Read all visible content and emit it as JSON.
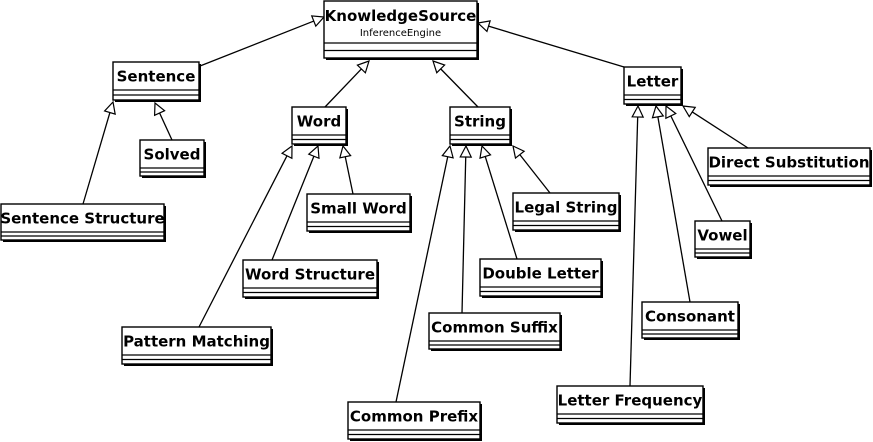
{
  "diagram": {
    "type": "uml-class-diagram",
    "classes": [
      {
        "id": "knowledge-source",
        "name": "KnowledgeSource",
        "subtitle": "InferenceEngine"
      },
      {
        "id": "sentence",
        "name": "Sentence"
      },
      {
        "id": "solved",
        "name": "Solved"
      },
      {
        "id": "sentence-structure",
        "name": "Sentence Structure"
      },
      {
        "id": "word",
        "name": "Word"
      },
      {
        "id": "small-word",
        "name": "Small Word"
      },
      {
        "id": "word-structure",
        "name": "Word Structure"
      },
      {
        "id": "pattern-matching",
        "name": "Pattern Matching"
      },
      {
        "id": "string",
        "name": "String"
      },
      {
        "id": "legal-string",
        "name": "Legal String"
      },
      {
        "id": "double-letter",
        "name": "Double Letter"
      },
      {
        "id": "common-suffix",
        "name": "Common Suffix"
      },
      {
        "id": "common-prefix",
        "name": "Common Prefix"
      },
      {
        "id": "letter",
        "name": "Letter"
      },
      {
        "id": "direct-substitution",
        "name": "Direct Substitution"
      },
      {
        "id": "vowel",
        "name": "Vowel"
      },
      {
        "id": "consonant",
        "name": "Consonant"
      },
      {
        "id": "letter-frequency",
        "name": "Letter Frequency"
      }
    ],
    "generalizations": [
      {
        "from": "sentence",
        "to": "knowledge-source"
      },
      {
        "from": "word",
        "to": "knowledge-source"
      },
      {
        "from": "string",
        "to": "knowledge-source"
      },
      {
        "from": "letter",
        "to": "knowledge-source"
      },
      {
        "from": "sentence-structure",
        "to": "sentence"
      },
      {
        "from": "solved",
        "to": "sentence"
      },
      {
        "from": "pattern-matching",
        "to": "word"
      },
      {
        "from": "word-structure",
        "to": "word"
      },
      {
        "from": "small-word",
        "to": "word"
      },
      {
        "from": "common-prefix",
        "to": "string"
      },
      {
        "from": "common-suffix",
        "to": "string"
      },
      {
        "from": "double-letter",
        "to": "string"
      },
      {
        "from": "legal-string",
        "to": "string"
      },
      {
        "from": "letter-frequency",
        "to": "letter"
      },
      {
        "from": "consonant",
        "to": "letter"
      },
      {
        "from": "vowel",
        "to": "letter"
      },
      {
        "from": "direct-substitution",
        "to": "letter"
      }
    ]
  }
}
